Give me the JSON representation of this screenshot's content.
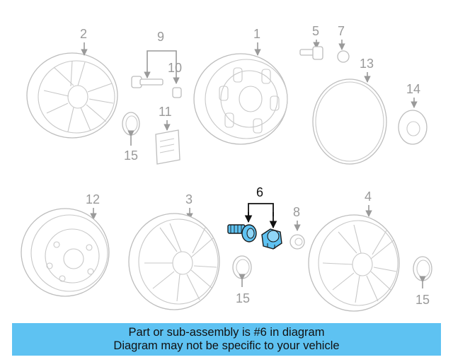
{
  "callouts": {
    "c1": "1",
    "c2": "2",
    "c3": "3",
    "c4": "4",
    "c5": "5",
    "c6": "6",
    "c7": "7",
    "c8": "8",
    "c9": "9",
    "c10": "10",
    "c11": "11",
    "c12": "12",
    "c13": "13",
    "c14": "14",
    "c15a": "15",
    "c15b": "15",
    "c15c": "15"
  },
  "highlight_color": "#5ec2f2",
  "banner": {
    "line1": "Part or sub-assembly is #6 in diagram",
    "line2": "Diagram may not be specific to your vehicle"
  }
}
